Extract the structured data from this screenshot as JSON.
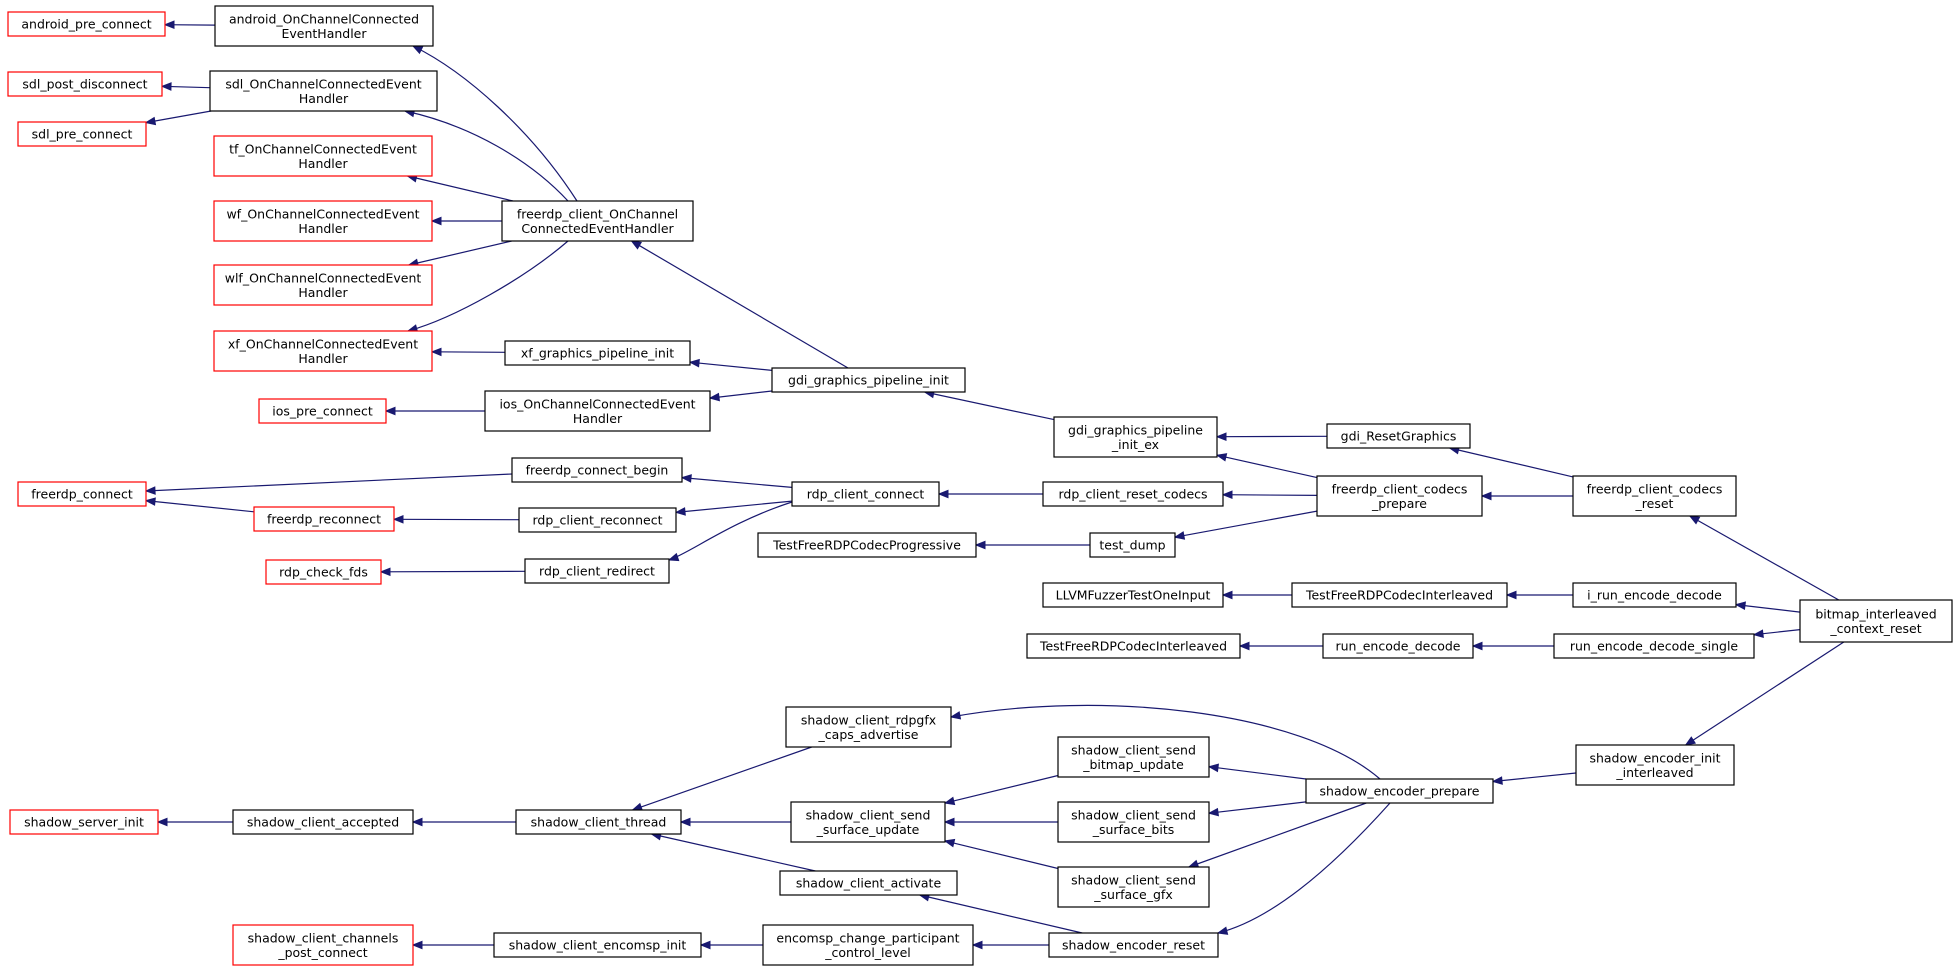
{
  "colors": {
    "edge": "#191970",
    "node_border": "#000000",
    "truncated_border": "#ff0000",
    "root_fill": "#bfbfbf",
    "node_fill": "#ffffff"
  },
  "nodes": {
    "android_pre_connect": {
      "lines": [
        "android_pre_connect"
      ],
      "style": "truncated"
    },
    "sdl_post_disconnect": {
      "lines": [
        "sdl_post_disconnect"
      ],
      "style": "truncated"
    },
    "sdl_pre_connect": {
      "lines": [
        "sdl_pre_connect"
      ],
      "style": "truncated"
    },
    "android_OnChannelConnectedEventHandler": {
      "lines": [
        "android_OnChannelConnected",
        "EventHandler"
      ],
      "style": "normal"
    },
    "sdl_OnChannelConnectedEventHandler": {
      "lines": [
        "sdl_OnChannelConnectedEvent",
        "Handler"
      ],
      "style": "normal"
    },
    "tf_OnChannelConnectedEventHandler": {
      "lines": [
        "tf_OnChannelConnectedEvent",
        "Handler"
      ],
      "style": "truncated"
    },
    "wf_OnChannelConnectedEventHandler": {
      "lines": [
        "wf_OnChannelConnectedEvent",
        "Handler"
      ],
      "style": "truncated"
    },
    "wlf_OnChannelConnectedEventHandler": {
      "lines": [
        "wlf_OnChannelConnectedEvent",
        "Handler"
      ],
      "style": "truncated"
    },
    "xf_OnChannelConnectedEventHandler": {
      "lines": [
        "xf_OnChannelConnectedEvent",
        "Handler"
      ],
      "style": "truncated"
    },
    "freerdp_client_OnChannelConnectedEventHandler": {
      "lines": [
        "freerdp_client_OnChannel",
        "ConnectedEventHandler"
      ],
      "style": "normal"
    },
    "xf_graphics_pipeline_init": {
      "lines": [
        "xf_graphics_pipeline_init"
      ],
      "style": "normal"
    },
    "ios_pre_connect": {
      "lines": [
        "ios_pre_connect"
      ],
      "style": "truncated"
    },
    "ios_OnChannelConnectedEventHandler": {
      "lines": [
        "ios_OnChannelConnectedEvent",
        "Handler"
      ],
      "style": "normal"
    },
    "gdi_graphics_pipeline_init": {
      "lines": [
        "gdi_graphics_pipeline_init"
      ],
      "style": "normal"
    },
    "gdi_graphics_pipeline_init_ex": {
      "lines": [
        "gdi_graphics_pipeline",
        "_init_ex"
      ],
      "style": "normal"
    },
    "gdi_ResetGraphics": {
      "lines": [
        "gdi_ResetGraphics"
      ],
      "style": "normal"
    },
    "freerdp_connect": {
      "lines": [
        "freerdp_connect"
      ],
      "style": "truncated"
    },
    "freerdp_connect_begin": {
      "lines": [
        "freerdp_connect_begin"
      ],
      "style": "normal"
    },
    "freerdp_reconnect": {
      "lines": [
        "freerdp_reconnect"
      ],
      "style": "truncated"
    },
    "rdp_client_reconnect": {
      "lines": [
        "rdp_client_reconnect"
      ],
      "style": "normal"
    },
    "rdp_check_fds": {
      "lines": [
        "rdp_check_fds"
      ],
      "style": "truncated"
    },
    "rdp_client_redirect": {
      "lines": [
        "rdp_client_redirect"
      ],
      "style": "normal"
    },
    "rdp_client_connect": {
      "lines": [
        "rdp_client_connect"
      ],
      "style": "normal"
    },
    "rdp_client_reset_codecs": {
      "lines": [
        "rdp_client_reset_codecs"
      ],
      "style": "normal"
    },
    "freerdp_client_codecs_prepare": {
      "lines": [
        "freerdp_client_codecs",
        "_prepare"
      ],
      "style": "normal"
    },
    "freerdp_client_codecs_reset": {
      "lines": [
        "freerdp_client_codecs",
        "_reset"
      ],
      "style": "normal"
    },
    "TestFreeRDPCodecProgressive": {
      "lines": [
        "TestFreeRDPCodecProgressive"
      ],
      "style": "normal"
    },
    "test_dump": {
      "lines": [
        "test_dump"
      ],
      "style": "normal"
    },
    "LLVMFuzzerTestOneInput": {
      "lines": [
        "LLVMFuzzerTestOneInput"
      ],
      "style": "normal"
    },
    "TestFreeRDPCodecInterleaved_a": {
      "lines": [
        "TestFreeRDPCodecInterleaved"
      ],
      "style": "normal"
    },
    "i_run_encode_decode": {
      "lines": [
        "i_run_encode_decode"
      ],
      "style": "normal"
    },
    "TestFreeRDPCodecInterleaved_b": {
      "lines": [
        "TestFreeRDPCodecInterleaved"
      ],
      "style": "normal"
    },
    "run_encode_decode": {
      "lines": [
        "run_encode_decode"
      ],
      "style": "normal"
    },
    "run_encode_decode_single": {
      "lines": [
        "run_encode_decode_single"
      ],
      "style": "normal"
    },
    "bitmap_interleaved_context_reset": {
      "lines": [
        "bitmap_interleaved",
        "_context_reset"
      ],
      "style": "root"
    },
    "shadow_server_init": {
      "lines": [
        "shadow_server_init"
      ],
      "style": "truncated"
    },
    "shadow_client_accepted": {
      "lines": [
        "shadow_client_accepted"
      ],
      "style": "normal"
    },
    "shadow_client_thread": {
      "lines": [
        "shadow_client_thread"
      ],
      "style": "normal"
    },
    "shadow_client_rdpgfx_caps_advertise": {
      "lines": [
        "shadow_client_rdpgfx",
        "_caps_advertise"
      ],
      "style": "normal"
    },
    "shadow_client_send_surface_update": {
      "lines": [
        "shadow_client_send",
        "_surface_update"
      ],
      "style": "normal"
    },
    "shadow_client_activate": {
      "lines": [
        "shadow_client_activate"
      ],
      "style": "normal"
    },
    "shadow_client_send_bitmap_update": {
      "lines": [
        "shadow_client_send",
        "_bitmap_update"
      ],
      "style": "normal"
    },
    "shadow_client_send_surface_bits": {
      "lines": [
        "shadow_client_send",
        "_surface_bits"
      ],
      "style": "normal"
    },
    "shadow_client_send_surface_gfx": {
      "lines": [
        "shadow_client_send",
        "_surface_gfx"
      ],
      "style": "normal"
    },
    "shadow_encoder_prepare": {
      "lines": [
        "shadow_encoder_prepare"
      ],
      "style": "normal"
    },
    "shadow_encoder_init_interleaved": {
      "lines": [
        "shadow_encoder_init",
        "_interleaved"
      ],
      "style": "normal"
    },
    "shadow_client_channels_post_connect": {
      "lines": [
        "shadow_client_channels",
        "_post_connect"
      ],
      "style": "truncated"
    },
    "shadow_client_encomsp_init": {
      "lines": [
        "shadow_client_encomsp_init"
      ],
      "style": "normal"
    },
    "encomsp_change_participant_control_level": {
      "lines": [
        "encomsp_change_participant",
        "_control_level"
      ],
      "style": "normal"
    },
    "shadow_encoder_reset": {
      "lines": [
        "shadow_encoder_reset"
      ],
      "style": "normal"
    }
  },
  "edges": [
    [
      "android_OnChannelConnectedEventHandler",
      "android_pre_connect"
    ],
    [
      "sdl_OnChannelConnectedEventHandler",
      "sdl_post_disconnect"
    ],
    [
      "sdl_OnChannelConnectedEventHandler",
      "sdl_pre_connect"
    ],
    [
      "freerdp_client_OnChannelConnectedEventHandler",
      "android_OnChannelConnectedEventHandler"
    ],
    [
      "freerdp_client_OnChannelConnectedEventHandler",
      "sdl_OnChannelConnectedEventHandler"
    ],
    [
      "freerdp_client_OnChannelConnectedEventHandler",
      "tf_OnChannelConnectedEventHandler"
    ],
    [
      "freerdp_client_OnChannelConnectedEventHandler",
      "wf_OnChannelConnectedEventHandler"
    ],
    [
      "freerdp_client_OnChannelConnectedEventHandler",
      "wlf_OnChannelConnectedEventHandler"
    ],
    [
      "freerdp_client_OnChannelConnectedEventHandler",
      "xf_OnChannelConnectedEventHandler"
    ],
    [
      "xf_graphics_pipeline_init",
      "xf_OnChannelConnectedEventHandler"
    ],
    [
      "ios_OnChannelConnectedEventHandler",
      "ios_pre_connect"
    ],
    [
      "gdi_graphics_pipeline_init",
      "freerdp_client_OnChannelConnectedEventHandler"
    ],
    [
      "gdi_graphics_pipeline_init",
      "xf_graphics_pipeline_init"
    ],
    [
      "gdi_graphics_pipeline_init",
      "ios_OnChannelConnectedEventHandler"
    ],
    [
      "gdi_graphics_pipeline_init_ex",
      "gdi_graphics_pipeline_init"
    ],
    [
      "gdi_ResetGraphics",
      "gdi_graphics_pipeline_init_ex"
    ],
    [
      "freerdp_client_codecs_prepare",
      "gdi_graphics_pipeline_init_ex"
    ],
    [
      "freerdp_connect_begin",
      "freerdp_connect"
    ],
    [
      "freerdp_reconnect",
      "freerdp_connect"
    ],
    [
      "rdp_client_reconnect",
      "freerdp_reconnect"
    ],
    [
      "rdp_client_redirect",
      "rdp_check_fds"
    ],
    [
      "rdp_client_connect",
      "freerdp_connect_begin"
    ],
    [
      "rdp_client_connect",
      "rdp_client_reconnect"
    ],
    [
      "rdp_client_connect",
      "rdp_client_redirect"
    ],
    [
      "rdp_client_reset_codecs",
      "rdp_client_connect"
    ],
    [
      "freerdp_client_codecs_prepare",
      "rdp_client_reset_codecs"
    ],
    [
      "test_dump",
      "TestFreeRDPCodecProgressive"
    ],
    [
      "freerdp_client_codecs_prepare",
      "test_dump"
    ],
    [
      "freerdp_client_codecs_reset",
      "gdi_ResetGraphics"
    ],
    [
      "freerdp_client_codecs_reset",
      "freerdp_client_codecs_prepare"
    ],
    [
      "bitmap_interleaved_context_reset",
      "freerdp_client_codecs_reset"
    ],
    [
      "TestFreeRDPCodecInterleaved_a",
      "LLVMFuzzerTestOneInput"
    ],
    [
      "i_run_encode_decode",
      "TestFreeRDPCodecInterleaved_a"
    ],
    [
      "bitmap_interleaved_context_reset",
      "i_run_encode_decode"
    ],
    [
      "run_encode_decode",
      "TestFreeRDPCodecInterleaved_b"
    ],
    [
      "run_encode_decode_single",
      "run_encode_decode"
    ],
    [
      "bitmap_interleaved_context_reset",
      "run_encode_decode_single"
    ],
    [
      "shadow_client_accepted",
      "shadow_server_init"
    ],
    [
      "shadow_client_thread",
      "shadow_client_accepted"
    ],
    [
      "shadow_client_rdpgfx_caps_advertise",
      "shadow_client_thread"
    ],
    [
      "shadow_client_send_surface_update",
      "shadow_client_thread"
    ],
    [
      "shadow_client_activate",
      "shadow_client_thread"
    ],
    [
      "shadow_client_send_bitmap_update",
      "shadow_client_send_surface_update"
    ],
    [
      "shadow_client_send_surface_bits",
      "shadow_client_send_surface_update"
    ],
    [
      "shadow_client_send_surface_gfx",
      "shadow_client_send_surface_update"
    ],
    [
      "shadow_encoder_prepare",
      "shadow_client_rdpgfx_caps_advertise"
    ],
    [
      "shadow_encoder_prepare",
      "shadow_client_send_bitmap_update"
    ],
    [
      "shadow_encoder_prepare",
      "shadow_client_send_surface_bits"
    ],
    [
      "shadow_encoder_prepare",
      "shadow_client_send_surface_gfx"
    ],
    [
      "shadow_encoder_prepare",
      "shadow_encoder_reset"
    ],
    [
      "shadow_encoder_init_interleaved",
      "shadow_encoder_prepare"
    ],
    [
      "bitmap_interleaved_context_reset",
      "shadow_encoder_init_interleaved"
    ],
    [
      "shadow_client_encomsp_init",
      "shadow_client_channels_post_connect"
    ],
    [
      "encomsp_change_participant_control_level",
      "shadow_client_encomsp_init"
    ],
    [
      "shadow_encoder_reset",
      "encomsp_change_participant_control_level"
    ],
    [
      "shadow_encoder_reset",
      "shadow_client_activate"
    ]
  ]
}
